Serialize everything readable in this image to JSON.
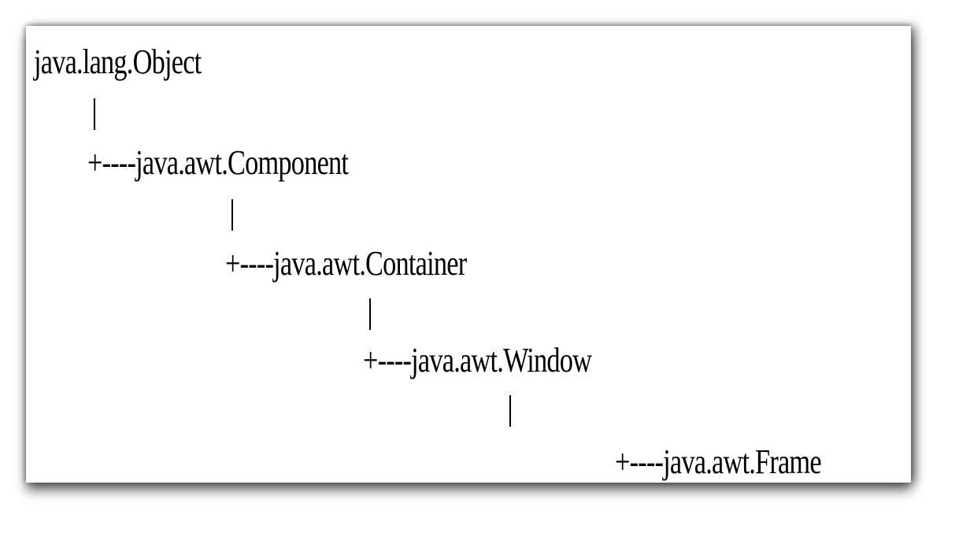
{
  "diagram": {
    "nodes": [
      {
        "id": "object",
        "text": "java.lang.Object"
      },
      {
        "id": "component",
        "text": "+----java.awt.Component"
      },
      {
        "id": "container",
        "text": "+----java.awt.Container"
      },
      {
        "id": "window",
        "text": "+----java.awt.Window"
      },
      {
        "id": "frame",
        "text": "+----java.awt.Frame"
      }
    ],
    "edges": [
      {
        "from": "object",
        "to": "component"
      },
      {
        "from": "component",
        "to": "container"
      },
      {
        "from": "container",
        "to": "window"
      },
      {
        "from": "window",
        "to": "frame"
      }
    ]
  }
}
